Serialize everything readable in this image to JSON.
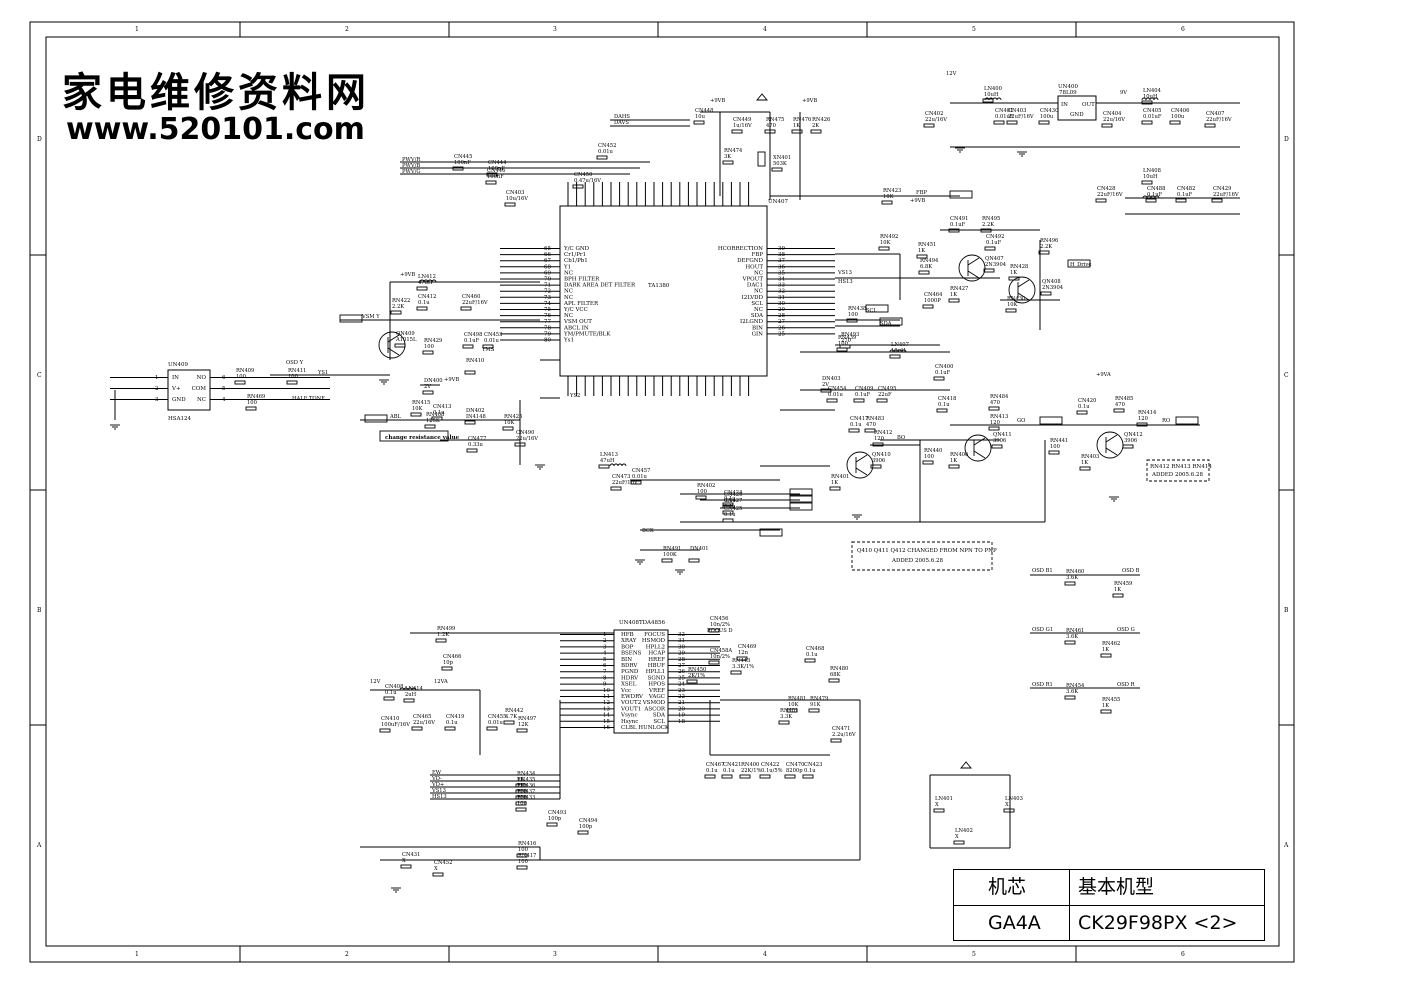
{
  "watermark": {
    "chinese": "家电维修资料网",
    "url": "www.520101.com"
  },
  "title_block": {
    "label_core": "机芯",
    "label_model": "基本机型",
    "core": "GA4A",
    "model": "CK29F98PX <2>"
  },
  "border": {
    "columns": [
      "1",
      "2",
      "3",
      "4",
      "5",
      "6"
    ],
    "rows": [
      "D",
      "C",
      "B",
      "A"
    ]
  },
  "chips": {
    "ta1380": {
      "ref": "UN407",
      "name": "TA1380"
    },
    "tda4856": {
      "ref": "UN408TDA4856"
    },
    "hsa124": {
      "ref": "UN409",
      "name": "HSA124",
      "pins": [
        "IN",
        "V+",
        "GND",
        "NO",
        "COM",
        "NC"
      ]
    },
    "reg78l09": {
      "ref": "UN400",
      "name": "78L09",
      "pins": [
        "IN",
        "OUT",
        "GND"
      ]
    }
  },
  "ta1380_left_pins": [
    "Y/C GND",
    "Cr1/Pr1",
    "Cb1/Pb1",
    "Y1",
    "NC",
    "BPH FILTER",
    "DARK AREA DET FILTER",
    "NC",
    "NC",
    "APL FILTER",
    "Y/C VCC",
    "NC",
    "VSM OUT",
    "ABCL IN",
    "YM/PMUTE/BLK",
    "Ys1"
  ],
  "ta1380_left_nums": [
    "65",
    "66",
    "67",
    "68",
    "69",
    "70",
    "71",
    "72",
    "73",
    "74",
    "75",
    "76",
    "77",
    "78",
    "79",
    "80"
  ],
  "ta1380_right_pins": [
    "HCORRECTION",
    "FBP",
    "DEFGND",
    "HOUT",
    "NC",
    "VPOUT",
    "DAC1",
    "NC",
    "I2LVDD",
    "SCL",
    "NC",
    "SDA",
    "I2LGND",
    "BIN",
    "GIN"
  ],
  "ta1380_right_nums": [
    "39",
    "38",
    "37",
    "36",
    "35",
    "34",
    "33",
    "32",
    "31",
    "30",
    "29",
    "28",
    "27",
    "26",
    "25"
  ],
  "tda4856_left_pins": [
    "HFB",
    "XRAY",
    "BOP",
    "BSENS",
    "BIN",
    "BDRV",
    "PGND",
    "HDRV",
    "XSEL",
    "Vcc",
    "EWDRV",
    "VOUT2",
    "VOUT1",
    "Vsync",
    "Hsync",
    "CLBL HUNLOCK"
  ],
  "tda4856_right_pins": [
    "FOCUS",
    "HSMOD",
    "HPLL2",
    "HCAP",
    "HREF",
    "HBUF",
    "HPLL1",
    "SGND",
    "HPOS",
    "VREF",
    "VAGC",
    "VSMOD",
    "ASCOR",
    "SDA",
    "SCL"
  ],
  "signals": [
    "PWV/R",
    "PWV/B",
    "PWV/G",
    "DAHS",
    "DAVS",
    "VSM Y",
    "YMS",
    "ABL",
    "YS1",
    "YS2",
    "FBP",
    "H_Drive",
    "VS13",
    "HS13",
    "SCL",
    "SDA",
    "GO",
    "BO",
    "RO",
    "BCK",
    "OSD Y",
    "HALF TONE",
    "OSD B",
    "OSD G",
    "OSD R",
    "OSD B1",
    "OSD G1",
    "OSD R1",
    "EW",
    "VD-",
    "VD+",
    "VS13",
    "HS13",
    "FOCUS D"
  ],
  "rails": [
    "+9VB",
    "+9VA",
    "12V",
    "9V",
    "12VA"
  ],
  "notes": {
    "resistance": "change resistance value",
    "pnp_change": "Q410 Q411 Q412 CHANGED FROM NPN TO PNP",
    "pnp_date": "ADDED 2005.6.28",
    "added_r": "RN412 RN413 RN414",
    "added_r_date": "ADDED 2005.6.28"
  },
  "labels": [
    [
      "RN476",
      "1K"
    ],
    [
      "RN426",
      "2K"
    ],
    [
      "RN475",
      "470"
    ],
    [
      "CN449",
      "1u/16V"
    ],
    [
      "RN474",
      "3K"
    ],
    [
      "XN401",
      "503K"
    ],
    [
      "LN400",
      "10uH"
    ],
    [
      "CN402",
      "22u/16V"
    ],
    [
      "CN401",
      "0.01uF"
    ],
    [
      "CN403",
      "22uF/16V"
    ],
    [
      "CN430",
      "100u"
    ],
    [
      "LN404",
      "10uH"
    ],
    [
      "CN405",
      "0.01uF"
    ],
    [
      "CN406",
      "100u"
    ],
    [
      "CN404",
      "22u/16V"
    ],
    [
      "CN407",
      "22uF/16V"
    ],
    [
      "LN408",
      "10uH"
    ],
    [
      "CN428",
      "22uF/16V"
    ],
    [
      "CN488",
      "0.1uF"
    ],
    [
      "CN482",
      "0.1uF"
    ],
    [
      "CN429",
      "22uF/16V"
    ],
    [
      "RN423",
      "10K"
    ],
    [
      "CN491",
      "0.1uF"
    ],
    [
      "RN495",
      "2.2K"
    ],
    [
      "CN492",
      "0.1uF"
    ],
    [
      "RN496",
      "2.2K"
    ],
    [
      "RN492",
      "10K"
    ],
    [
      "RN451",
      "1K"
    ],
    [
      "RN494",
      "6.8K"
    ],
    [
      "QN407",
      "2N3904"
    ],
    [
      "RN428",
      "1K"
    ],
    [
      "QN408",
      "2N3904"
    ],
    [
      "RN427",
      "1K"
    ],
    [
      "CN464",
      "1000P"
    ],
    [
      "RN430",
      "10K"
    ],
    [
      "LN412",
      "47uH"
    ],
    [
      "RN422",
      "2.2K"
    ],
    [
      "CN412",
      "0.1u"
    ],
    [
      "CN460",
      "22uF/16V"
    ],
    [
      "QN409",
      "A1015L"
    ],
    [
      "RN429",
      "100"
    ],
    [
      "CN498",
      "0.1uF"
    ],
    [
      "CN453",
      "0.01u"
    ],
    [
      "RN410",
      ""
    ],
    [
      "DN400",
      "2V"
    ],
    [
      "RN415",
      "10K"
    ],
    [
      "RN408",
      "125K"
    ],
    [
      "CN413",
      "0.1u"
    ],
    [
      "DN402",
      "IN4148"
    ],
    [
      "CN477",
      "0.33u"
    ],
    [
      "RN425",
      "10K"
    ],
    [
      "CN490",
      "22u/16V"
    ],
    [
      "RN409",
      "100"
    ],
    [
      "RN411",
      "100"
    ],
    [
      "RN469",
      "100"
    ],
    [
      "RN438",
      "100"
    ],
    [
      "RN439",
      "100"
    ],
    [
      "DN403",
      "2V"
    ],
    [
      "CN454",
      "0.01u"
    ],
    [
      "CN409",
      "0.1uF"
    ],
    [
      "CN495",
      "22uF"
    ],
    [
      "RN493",
      "270"
    ],
    [
      "LN407",
      "10uH"
    ],
    [
      "CN400",
      "0.1uF"
    ],
    [
      "CN418",
      "0.1u"
    ],
    [
      "RN484",
      "470"
    ],
    [
      "RN413",
      "120"
    ],
    [
      "QN411",
      "3906"
    ],
    [
      "CN417",
      "0.1u"
    ],
    [
      "RN483",
      "470"
    ],
    [
      "RN412",
      "120"
    ],
    [
      "QN410",
      "3906"
    ],
    [
      "RN406",
      "1K"
    ],
    [
      "RN440",
      "100"
    ],
    [
      "RN401",
      "1K"
    ],
    [
      "CN420",
      "0.1u"
    ],
    [
      "RN485",
      "470"
    ],
    [
      "RN414",
      "120"
    ],
    [
      "RN441",
      "100"
    ],
    [
      "RN403",
      "1K"
    ],
    [
      "QN412",
      "3906"
    ],
    [
      "CN457",
      "0.01u"
    ],
    [
      "CN473",
      "22uF/16V"
    ],
    [
      "LN413",
      "47uH"
    ],
    [
      "RN402",
      "100"
    ],
    [
      "CN426",
      "0.1u"
    ],
    [
      "CN427",
      "0.1u"
    ],
    [
      "CN425",
      "0.1u"
    ],
    [
      "CN424",
      "0.1u"
    ],
    [
      "RN491",
      "100K"
    ],
    [
      "DN401",
      ""
    ],
    [
      "RN460",
      "3.6K"
    ],
    [
      "RN459",
      "1K"
    ],
    [
      "RN461",
      "3.6K"
    ],
    [
      "RN462",
      "1K"
    ],
    [
      "RN454",
      "3.6K"
    ],
    [
      "RN455",
      "1K"
    ],
    [
      "RN499",
      "1.2K"
    ],
    [
      "CN466",
      "10p"
    ],
    [
      "CN408",
      "0.1u"
    ],
    [
      "LN414",
      "2uH"
    ],
    [
      "CN410",
      "100uF/16V"
    ],
    [
      "CN465",
      "22u/16V"
    ],
    [
      "CN419",
      "0.1u"
    ],
    [
      "CN455",
      "0.01u"
    ],
    [
      "RN442",
      "4.7K"
    ],
    [
      "RN497",
      "12K"
    ],
    [
      "CN456",
      "10n/2%"
    ],
    [
      "CN469",
      "12n"
    ],
    [
      "CN458A",
      "10n/2%"
    ],
    [
      "RN443",
      "3.3K/1%"
    ],
    [
      "RN450",
      "2K/1%"
    ],
    [
      "CN468",
      "0.1u"
    ],
    [
      "RN480",
      "68K"
    ],
    [
      "RN481",
      "10K"
    ],
    [
      "RN479",
      "91K"
    ],
    [
      "CN471",
      "2.2u/16V"
    ],
    [
      "RN401",
      "3.3K"
    ],
    [
      "CN467",
      "0.1u"
    ],
    [
      "CN421",
      "0.1u"
    ],
    [
      "RN400",
      "22K/1%"
    ],
    [
      "CN422",
      "0.1u/5%"
    ],
    [
      "CN470",
      "8200p"
    ],
    [
      "CN423",
      "0.1u"
    ],
    [
      "RN434",
      "1K"
    ],
    [
      "RN435",
      "1K"
    ],
    [
      "RN436",
      "100"
    ],
    [
      "RN437",
      "100"
    ],
    [
      "RN433",
      "100"
    ],
    [
      "CN493",
      "100p"
    ],
    [
      "CN494",
      "100p"
    ],
    [
      "CN431",
      "X"
    ],
    [
      "CN452",
      "X"
    ],
    [
      "RN416",
      "100"
    ],
    [
      "RN417",
      "100"
    ],
    [
      "LN401",
      "X"
    ],
    [
      "LN402",
      "X"
    ],
    [
      "LN403",
      "X"
    ],
    [
      "CN445",
      "100nF"
    ],
    [
      "CN444",
      "100nF"
    ],
    [
      "CN446",
      "100nF"
    ],
    [
      "CN452",
      "0.01u"
    ],
    [
      "CN450",
      "0.47u/16V"
    ],
    [
      "CN403",
      "10u/16V"
    ],
    [
      "CN448",
      "10u"
    ]
  ]
}
